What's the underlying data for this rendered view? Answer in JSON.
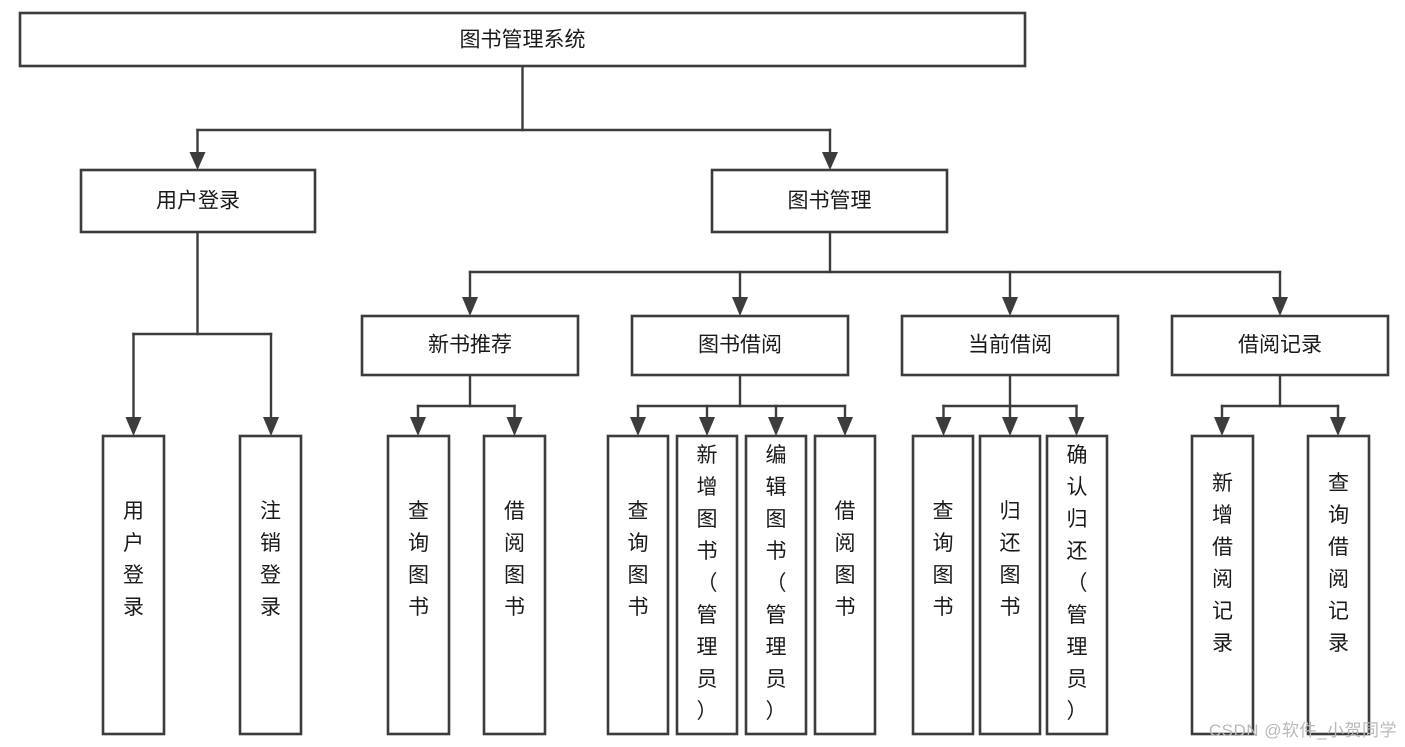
{
  "diagram": {
    "title": "图书管理系统",
    "watermark": "CSDN @软件_小贺同学",
    "orientation": "top-down-tree",
    "colors": {
      "box_stroke": "#3c3c3c",
      "box_fill": "#ffffff",
      "connector": "#3c3c3c",
      "text": "#1a1a1a",
      "watermark": "#b9b9b9",
      "background": "#ffffff"
    },
    "nodes": {
      "root": {
        "label": "图书管理系统"
      },
      "level2": [
        {
          "id": "user-login",
          "label": "用户登录"
        },
        {
          "id": "book-manage",
          "label": "图书管理"
        }
      ],
      "level3": [
        {
          "id": "new-book-recommend",
          "label": "新书推荐"
        },
        {
          "id": "book-borrow",
          "label": "图书借阅"
        },
        {
          "id": "current-borrow",
          "label": "当前借阅"
        },
        {
          "id": "borrow-record",
          "label": "借阅记录"
        }
      ],
      "leaves": {
        "user-login": [
          {
            "id": "leaf-user-login",
            "label": "用户登录"
          },
          {
            "id": "leaf-user-logout",
            "label": "注销登录"
          }
        ],
        "new-book-recommend": [
          {
            "id": "leaf-query-book-1",
            "label": "查询图书"
          },
          {
            "id": "leaf-borrow-book-1",
            "label": "借阅图书"
          }
        ],
        "book-borrow": [
          {
            "id": "leaf-query-book-2",
            "label": "查询图书"
          },
          {
            "id": "leaf-add-book",
            "label": "新增图书（管理员）"
          },
          {
            "id": "leaf-edit-book",
            "label": "编辑图书（管理员）"
          },
          {
            "id": "leaf-borrow-book-2",
            "label": "借阅图书"
          }
        ],
        "current-borrow": [
          {
            "id": "leaf-query-book-3",
            "label": "查询图书"
          },
          {
            "id": "leaf-return-book",
            "label": "归还图书"
          },
          {
            "id": "leaf-confirm-return",
            "label": "确认归还（管理员）"
          }
        ],
        "borrow-record": [
          {
            "id": "leaf-add-record",
            "label": "新增借阅记录"
          },
          {
            "id": "leaf-query-record",
            "label": "查询借阅记录"
          }
        ]
      }
    }
  }
}
